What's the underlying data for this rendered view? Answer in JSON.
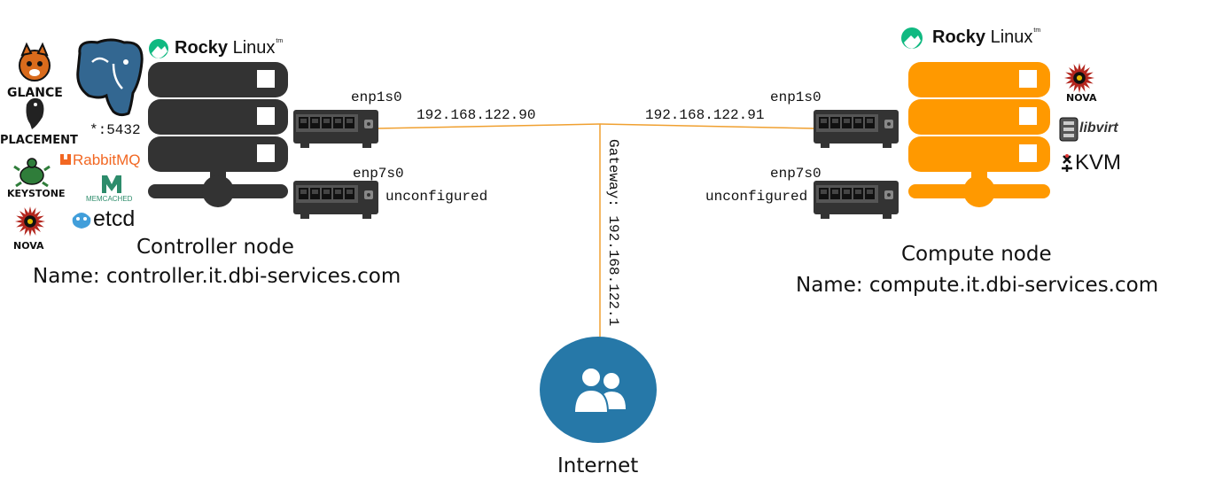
{
  "colors": {
    "controller": "#333333",
    "compute": "#ff9900",
    "link": "#f0a030",
    "internet": "#2678a8"
  },
  "controller": {
    "os_brand": "Rocky",
    "os_name": "Linux",
    "os_tm": "tm",
    "title": "Controller node",
    "name_line": "Name: controller.it.dbi-services.com",
    "port_label": "*:5432",
    "services": [
      "GLANCE",
      "PLACEMENT",
      "KEYSTONE",
      "NOVA",
      "RabbitMQ",
      "MEMCACHED",
      "etcd"
    ],
    "nic1": {
      "name": "enp1s0",
      "ip": "192.168.122.90"
    },
    "nic2": {
      "name": "enp7s0",
      "status": "unconfigured"
    }
  },
  "compute": {
    "os_brand": "Rocky",
    "os_name": "Linux",
    "os_tm": "tm",
    "title": "Compute node",
    "name_line": "Name: compute.it.dbi-services.com",
    "services": [
      "NOVA",
      "libvirt",
      "KVM"
    ],
    "nic1": {
      "name": "enp1s0",
      "ip": "192.168.122.91"
    },
    "nic2": {
      "name": "enp7s0",
      "status": "unconfigured"
    }
  },
  "network": {
    "gateway": "Gateway: 192.168.122.1",
    "internet_label": "Internet"
  },
  "icons": [
    "rocky-linux-icon",
    "server-icon",
    "network-switch-icon",
    "postgresql-icon",
    "users-icon"
  ]
}
